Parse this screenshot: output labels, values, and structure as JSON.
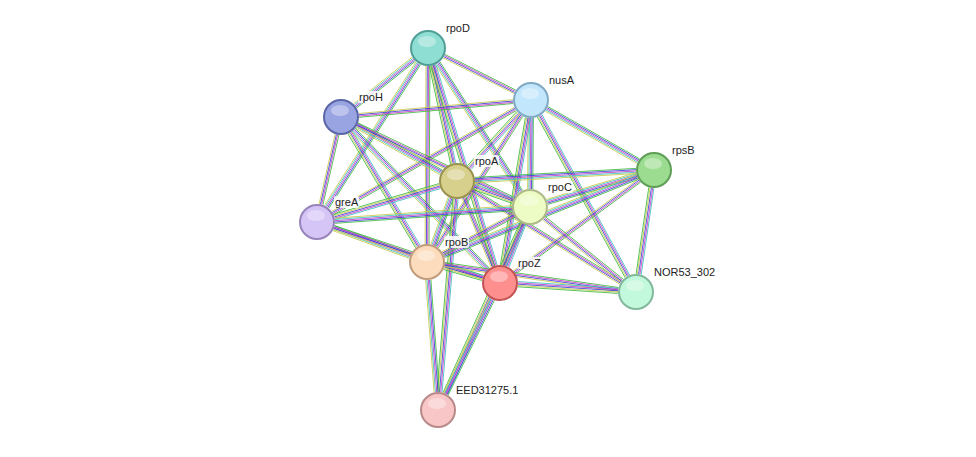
{
  "diagram": {
    "nodes": [
      {
        "text": [
          "rpoD"
        ]
      },
      {
        "text": [
          "nusA"
        ]
      },
      {
        "text": [
          "rpoH"
        ]
      },
      {
        "text": [
          "rpsB"
        ]
      },
      {
        "text": [
          "rpoA"
        ]
      },
      {
        "text": [
          "rpoC"
        ]
      },
      {
        "text": [
          "greA"
        ]
      },
      {
        "text": [
          "rpoB"
        ]
      },
      {
        "text": [
          "rpoZ"
        ]
      },
      {
        "text": [
          "NOR53_302"
        ]
      },
      {
        "text": [
          "EED31275.1"
        ]
      }
    ],
    "edges": [
      {
        "from": 0,
        "to": 2,
        "arrow": "none"
      },
      {
        "from": 0,
        "to": 1,
        "arrow": "none"
      },
      {
        "from": 0,
        "to": 4,
        "arrow": "none"
      },
      {
        "from": 0,
        "to": 5,
        "arrow": "none"
      },
      {
        "from": 0,
        "to": 7,
        "arrow": "none"
      },
      {
        "from": 0,
        "to": 8,
        "arrow": "none"
      },
      {
        "from": 0,
        "to": 6,
        "arrow": "none"
      },
      {
        "from": 1,
        "to": 2,
        "arrow": "none"
      },
      {
        "from": 1,
        "to": 4,
        "arrow": "none"
      },
      {
        "from": 1,
        "to": 5,
        "arrow": "none"
      },
      {
        "from": 1,
        "to": 7,
        "arrow": "none"
      },
      {
        "from": 1,
        "to": 8,
        "arrow": "none"
      },
      {
        "from": 1,
        "to": 3,
        "arrow": "none"
      },
      {
        "from": 1,
        "to": 6,
        "arrow": "none"
      },
      {
        "from": 1,
        "to": 9,
        "arrow": "none"
      },
      {
        "from": 2,
        "to": 4,
        "arrow": "none"
      },
      {
        "from": 2,
        "to": 5,
        "arrow": "none"
      },
      {
        "from": 2,
        "to": 7,
        "arrow": "none"
      },
      {
        "from": 2,
        "to": 8,
        "arrow": "none"
      },
      {
        "from": 2,
        "to": 6,
        "arrow": "none"
      },
      {
        "from": 4,
        "to": 5,
        "arrow": "none"
      },
      {
        "from": 4,
        "to": 7,
        "arrow": "none"
      },
      {
        "from": 4,
        "to": 8,
        "arrow": "none"
      },
      {
        "from": 4,
        "to": 6,
        "arrow": "none"
      },
      {
        "from": 4,
        "to": 3,
        "arrow": "none"
      },
      {
        "from": 4,
        "to": 9,
        "arrow": "none"
      },
      {
        "from": 4,
        "to": 10,
        "arrow": "none"
      },
      {
        "from": 3,
        "to": 5,
        "arrow": "none"
      },
      {
        "from": 3,
        "to": 8,
        "arrow": "none"
      },
      {
        "from": 3,
        "to": 9,
        "arrow": "none"
      },
      {
        "from": 3,
        "to": 7,
        "arrow": "none"
      },
      {
        "from": 5,
        "to": 7,
        "arrow": "none"
      },
      {
        "from": 5,
        "to": 8,
        "arrow": "none"
      },
      {
        "from": 5,
        "to": 6,
        "arrow": "none"
      },
      {
        "from": 5,
        "to": 9,
        "arrow": "none"
      },
      {
        "from": 5,
        "to": 10,
        "arrow": "none"
      },
      {
        "from": 6,
        "to": 7,
        "arrow": "none"
      },
      {
        "from": 6,
        "to": 8,
        "arrow": "none"
      },
      {
        "from": 7,
        "to": 8,
        "arrow": "none"
      },
      {
        "from": 7,
        "to": 10,
        "arrow": "none"
      },
      {
        "from": 7,
        "to": 9,
        "arrow": "none"
      },
      {
        "from": 8,
        "to": 9,
        "arrow": "none"
      },
      {
        "from": 8,
        "to": 10,
        "arrow": "none"
      }
    ]
  }
}
